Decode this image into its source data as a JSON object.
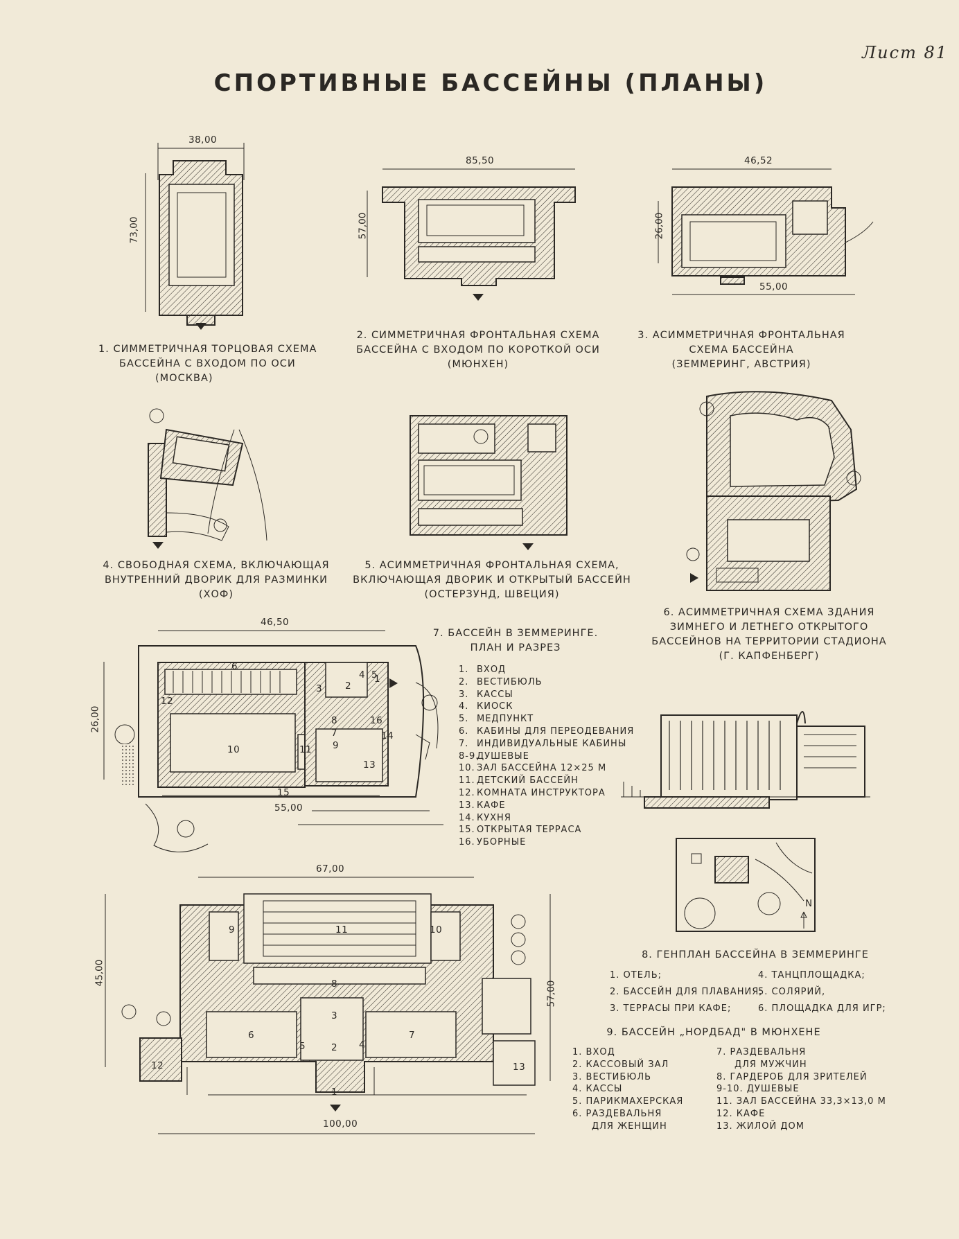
{
  "header": {
    "sheet": "Лист 81",
    "title": "СПОРТИВНЫЕ БАССЕЙНЫ (ПЛАНЫ)"
  },
  "plans": [
    {
      "id": 1,
      "caption": [
        "1. СИММЕТРИЧНАЯ ТОРЦОВАЯ СХЕМА",
        "БАССЕЙНА С ВХОДОМ ПО ОСИ",
        "(МОСКВА)"
      ],
      "dims": [
        "38,00",
        "73,00"
      ]
    },
    {
      "id": 2,
      "caption": [
        "2. СИММЕТРИЧНАЯ ФРОНТАЛЬНАЯ СХЕМА",
        "БАССЕЙНА С ВХОДОМ ПО КОРОТКОЙ ОСИ",
        "(МЮНХЕН)"
      ],
      "dims": [
        "85,50",
        "57,00"
      ]
    },
    {
      "id": 3,
      "caption": [
        "3. АСИММЕТРИЧНАЯ ФРОНТАЛЬНАЯ",
        "СХЕМА БАССЕЙНА",
        "(ЗЕММЕРИНГ, АВСТРИЯ)"
      ],
      "dims": [
        "46,52",
        "26,00",
        "55,00"
      ]
    },
    {
      "id": 4,
      "caption": [
        "4. СВОБОДНАЯ СХЕМА, ВКЛЮЧАЮЩАЯ",
        "ВНУТРЕННИЙ ДВОРИК ДЛЯ РАЗМИНКИ",
        "(ХОФ)"
      ]
    },
    {
      "id": 5,
      "caption": [
        "5. АСИММЕТРИЧНАЯ ФРОНТАЛЬНАЯ СХЕМА,",
        "ВКЛЮЧАЮЩАЯ ДВОРИК И ОТКРЫТЫЙ БАССЕЙН",
        "(ОСТЕРЗУНД, ШВЕЦИЯ)"
      ]
    },
    {
      "id": 6,
      "caption": [
        "6. АСИММЕТРИЧНАЯ СХЕМА ЗДАНИЯ",
        "ЗИМНЕГО И ЛЕТНЕГО ОТКРЫТОГО",
        "БАССЕЙНОВ НА ТЕРРИТОРИИ СТАДИОНА",
        "(Г. КАПФЕНБЕРГ)"
      ]
    }
  ],
  "plan7": {
    "title": [
      "7. БАССЕЙН В ЗЕММЕРИНГЕ.",
      "ПЛАН И РАЗРЕЗ"
    ],
    "dims": [
      "46,50",
      "26,00",
      "55,00"
    ],
    "legend": [
      {
        "n": "1.",
        "t": "ВХОД"
      },
      {
        "n": "2.",
        "t": "ВЕСТИБЮЛЬ"
      },
      {
        "n": "3.",
        "t": "КАССЫ"
      },
      {
        "n": "4.",
        "t": "КИОСК"
      },
      {
        "n": "5.",
        "t": "МЕДПУНКТ"
      },
      {
        "n": "6.",
        "t": "КАБИНЫ ДЛЯ ПЕРЕОДЕВАНИЯ"
      },
      {
        "n": "7.",
        "t": "ИНДИВИДУАЛЬНЫЕ КАБИНЫ"
      },
      {
        "n": "8-9.",
        "t": "ДУШЕВЫЕ"
      },
      {
        "n": "10.",
        "t": "ЗАЛ БАССЕЙНА 12×25 М"
      },
      {
        "n": "11.",
        "t": "ДЕТСКИЙ БАССЕЙН"
      },
      {
        "n": "12.",
        "t": "КОМНАТА ИНСТРУКТОРА"
      },
      {
        "n": "13.",
        "t": "КАФЕ"
      },
      {
        "n": "14.",
        "t": "КУХНЯ"
      },
      {
        "n": "15.",
        "t": "ОТКРЫТАЯ ТЕРРАСА"
      },
      {
        "n": "16.",
        "t": "УБОРНЫЕ"
      }
    ],
    "room_labels": [
      "1",
      "2",
      "3",
      "4",
      "5",
      "6",
      "7",
      "8",
      "9",
      "10",
      "11",
      "12",
      "13",
      "14",
      "15",
      "16"
    ]
  },
  "plan8": {
    "title": "8. ГЕНПЛАН БАССЕЙНА В ЗЕММЕРИНГЕ",
    "legend_left": [
      "1. ОТЕЛЬ;",
      "2. БАССЕЙН ДЛЯ ПЛАВАНИЯ;",
      "3. ТЕРРАСЫ ПРИ КАФЕ;"
    ],
    "legend_right": [
      "4. ТАНЦПЛОЩАДКА;",
      "5. СОЛЯРИЙ,",
      "6. ПЛОЩАДКА ДЛЯ ИГР;"
    ],
    "north": "N"
  },
  "plan9": {
    "title": "9. БАССЕЙН „НОРДБАД\" В МЮНХЕНЕ",
    "dims": [
      "67,00",
      "45,00",
      "57,00",
      "100,00"
    ],
    "legend_left": [
      "1. ВХОД",
      "2. КАССОВЫЙ ЗАЛ",
      "3. ВЕСТИБЮЛЬ",
      "4. КАССЫ",
      "5. ПАРИКМАХЕРСКАЯ",
      "6. РАЗДЕВАЛЬНЯ",
      "ДЛЯ ЖЕНЩИН"
    ],
    "legend_right": [
      "7. РАЗДЕВАЛЬНЯ",
      "ДЛЯ МУЖЧИН",
      "8. ГАРДЕРОБ ДЛЯ ЗРИТЕЛЕЙ",
      "9-10. ДУШЕВЫЕ",
      "11. ЗАЛ БАССЕЙНА 33,3×13,0 М",
      "12. КАФЕ",
      "13. ЖИЛОЙ ДОМ"
    ],
    "room_labels": [
      "1",
      "2",
      "3",
      "4",
      "5",
      "6",
      "7",
      "8",
      "9",
      "10",
      "11",
      "12",
      "13"
    ]
  }
}
